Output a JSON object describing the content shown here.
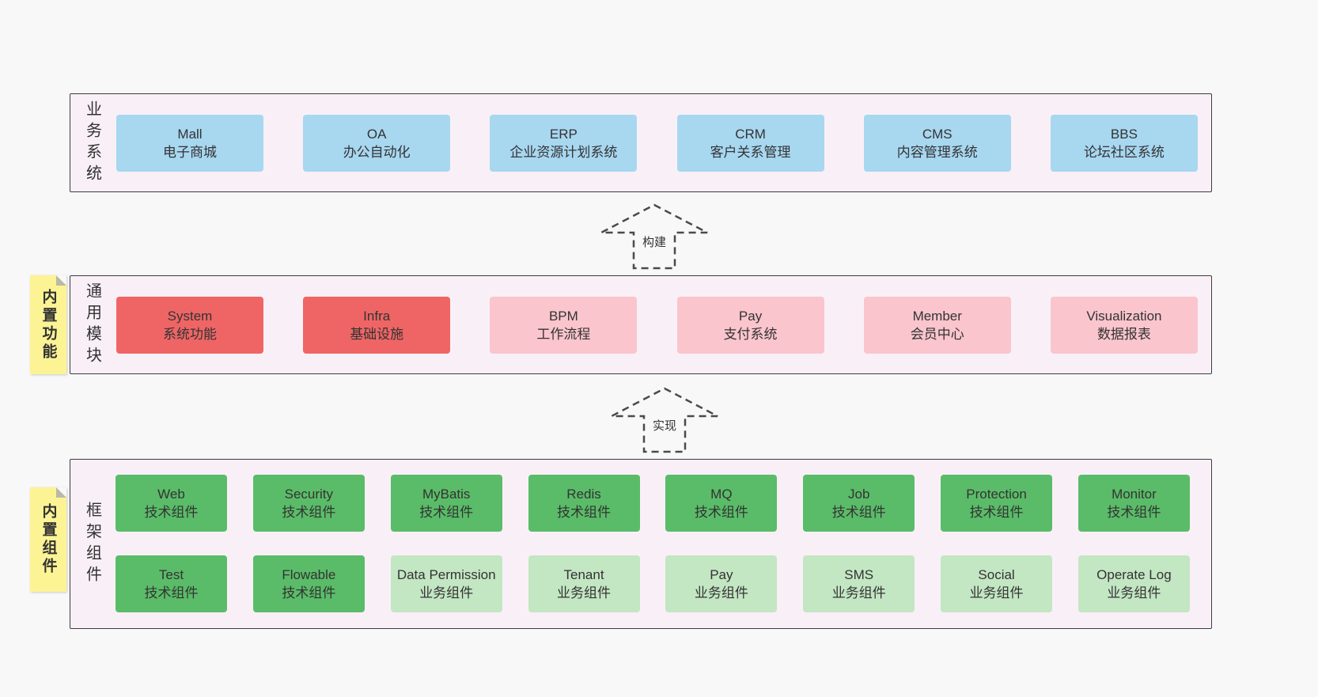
{
  "diagram": {
    "type": "architecture-diagram",
    "colors": {
      "background": "#f8f8f8",
      "band_background": "#f9f0f7",
      "band_border": "#3c3c3c",
      "blue_box": "#a8d7f0",
      "red_box": "#ef6565",
      "pink_box": "#fac5cd",
      "green_tech_box": "#5abc68",
      "green_biz_box": "#c3e6c3",
      "sticky_note": "#fcf494",
      "text": "#333333"
    }
  },
  "arrows": [
    {
      "label": "构建",
      "direction": "up",
      "style": "dashed"
    },
    {
      "label": "实现",
      "direction": "up",
      "style": "dashed"
    }
  ],
  "bands": [
    {
      "label": "业务系统",
      "boxes": [
        {
          "title": "Mall",
          "subtitle": "电子商城",
          "variant": "blue"
        },
        {
          "title": "OA",
          "subtitle": "办公自动化",
          "variant": "blue"
        },
        {
          "title": "ERP",
          "subtitle": "企业资源计划系统",
          "variant": "blue"
        },
        {
          "title": "CRM",
          "subtitle": "客户关系管理",
          "variant": "blue"
        },
        {
          "title": "CMS",
          "subtitle": "内容管理系统",
          "variant": "blue"
        },
        {
          "title": "BBS",
          "subtitle": "论坛社区系统",
          "variant": "blue"
        }
      ]
    },
    {
      "label": "通用模块",
      "sticky": "内置功能",
      "boxes": [
        {
          "title": "System",
          "subtitle": "系统功能",
          "variant": "red"
        },
        {
          "title": "Infra",
          "subtitle": "基础设施",
          "variant": "red"
        },
        {
          "title": "BPM",
          "subtitle": "工作流程",
          "variant": "pink"
        },
        {
          "title": "Pay",
          "subtitle": "支付系统",
          "variant": "pink"
        },
        {
          "title": "Member",
          "subtitle": "会员中心",
          "variant": "pink"
        },
        {
          "title": "Visualization",
          "subtitle": "数据报表",
          "variant": "pink"
        }
      ]
    },
    {
      "label": "框架组件",
      "sticky": "内置组件",
      "boxes": [
        {
          "title": "Web",
          "subtitle": "技术组件",
          "variant": "tech"
        },
        {
          "title": "Security",
          "subtitle": "技术组件",
          "variant": "tech"
        },
        {
          "title": "MyBatis",
          "subtitle": "技术组件",
          "variant": "tech"
        },
        {
          "title": "Redis",
          "subtitle": "技术组件",
          "variant": "tech"
        },
        {
          "title": "MQ",
          "subtitle": "技术组件",
          "variant": "tech"
        },
        {
          "title": "Job",
          "subtitle": "技术组件",
          "variant": "tech"
        },
        {
          "title": "Protection",
          "subtitle": "技术组件",
          "variant": "tech"
        },
        {
          "title": "Monitor",
          "subtitle": "技术组件",
          "variant": "tech"
        },
        {
          "title": "Test",
          "subtitle": "技术组件",
          "variant": "tech"
        },
        {
          "title": "Flowable",
          "subtitle": "技术组件",
          "variant": "tech"
        },
        {
          "title": "Data Permission",
          "subtitle": "业务组件",
          "variant": "biz"
        },
        {
          "title": "Tenant",
          "subtitle": "业务组件",
          "variant": "biz"
        },
        {
          "title": "Pay",
          "subtitle": "业务组件",
          "variant": "biz"
        },
        {
          "title": "SMS",
          "subtitle": "业务组件",
          "variant": "biz"
        },
        {
          "title": "Social",
          "subtitle": "业务组件",
          "variant": "biz"
        },
        {
          "title": "Operate Log",
          "subtitle": "业务组件",
          "variant": "biz"
        }
      ]
    }
  ]
}
